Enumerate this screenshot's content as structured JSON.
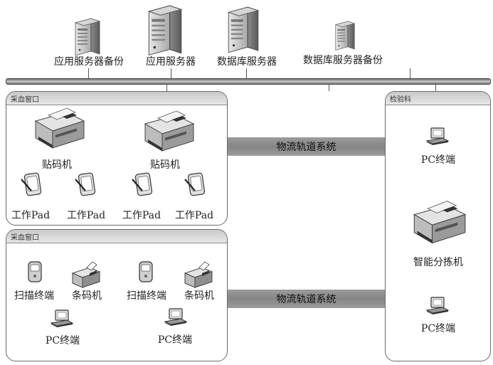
{
  "servers": [
    {
      "label": "应用服务器备份",
      "icon": "server-icon"
    },
    {
      "label": "应用服务器",
      "icon": "server-icon"
    },
    {
      "label": "数据库服务器",
      "icon": "server-icon"
    },
    {
      "label": "数据库服务器备份",
      "icon": "server-icon"
    }
  ],
  "panel_top": {
    "title": "采血窗口",
    "printers": [
      "贴码机",
      "贴码机"
    ],
    "pads": [
      "工作Pad",
      "工作Pad",
      "工作Pad",
      "工作Pad"
    ]
  },
  "panel_bottom": {
    "title": "采血窗口",
    "scanners": [
      "扫描终端",
      "扫描终端"
    ],
    "label_printers": [
      "条码机",
      "条码机"
    ],
    "pcs": [
      "PC终端",
      "PC终端"
    ]
  },
  "panel_right": {
    "title": "检验科",
    "pc_top": "PC终端",
    "sorter": "智能分拣机",
    "pc_bottom": "PC终端"
  },
  "tracks": [
    "物流轨道系统",
    "物流轨道系统"
  ]
}
